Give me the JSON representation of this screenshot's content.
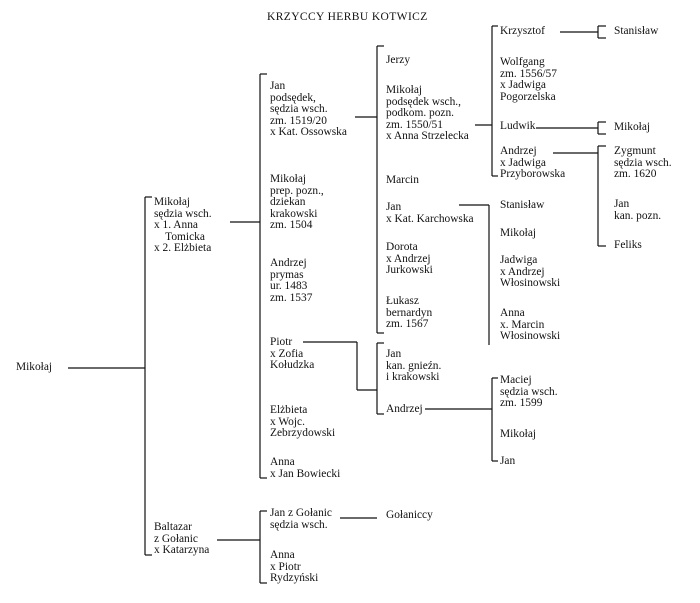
{
  "title": "KRZYCCY HERBU KOTWICZ",
  "gen1": {
    "mikolaj": "Mikołaj"
  },
  "gen2": {
    "mikolaj": "Mikołaj\nsędzia wsch.\nx 1. Anna\n    Tomicka\nx 2. Elżbieta",
    "baltazar": "Baltazar\nz Gołanic\nx Katarzyna"
  },
  "gen3": {
    "jan": "Jan\npodsędek,\nsędzia wsch.\nzm. 1519/20\nx Kat. Ossowska",
    "mikolaj": "Mikołaj\nprep. pozn.,\ndziekan\nkrakowski\nzm. 1504",
    "andrzej": "Andrzej\nprymas\nur. 1483\nzm. 1537",
    "piotr": "Piotr\nx Zofia\nKołudzka",
    "elzbieta": "Elżbieta\nx Wojc.\nZebrzydowski",
    "anna": "Anna\nx Jan Bowiecki",
    "jan_golanic": "Jan z Gołanic\nsędzia wsch.",
    "anna_b": "Anna\nx Piotr\nRydzyński"
  },
  "gen4": {
    "jerzy": "Jerzy",
    "mikolaj": "Mikołaj\npodsędek wsch.,\npodkom. pozn.\nzm. 1550/51\nx Anna Strzelecka",
    "marcin": "Marcin",
    "jan": "Jan\nx Kat. Karchowska",
    "dorota": "Dorota\nx Andrzej\nJurkowski",
    "lukasz": "Łukasz\nbernardyn\nzm. 1567",
    "jan_kan": "Jan\nkan. gnieźn.\ni krakowski",
    "andrzej": "Andrzej",
    "golaniccy": "Gołaniccy"
  },
  "gen5": {
    "krzysztof": "Krzysztof",
    "wolfgang": "Wolfgang\nzm. 1556/57\nx Jadwiga\nPogorzelska",
    "ludwik": "Ludwik",
    "andrzej": "Andrzej\nx Jadwiga\nPrzyborowska",
    "stanislaw": "Stanisław",
    "mikolaj": "Mikołaj",
    "jadwiga": "Jadwiga\nx Andrzej\nWłosinowski",
    "anna": "Anna\nx. Marcin\nWłosinowski",
    "maciej": "Maciej\nsędzia wsch.\nzm. 1599",
    "mikolaj2": "Mikołaj",
    "jan": "Jan"
  },
  "gen6": {
    "stanislaw": "Stanisław",
    "mikolaj": "Mikołaj",
    "zygmunt": "Zygmunt\nsędzia wsch.\nzm. 1620",
    "jan": "Jan\nkan. pozn.",
    "feliks": "Feliks"
  }
}
